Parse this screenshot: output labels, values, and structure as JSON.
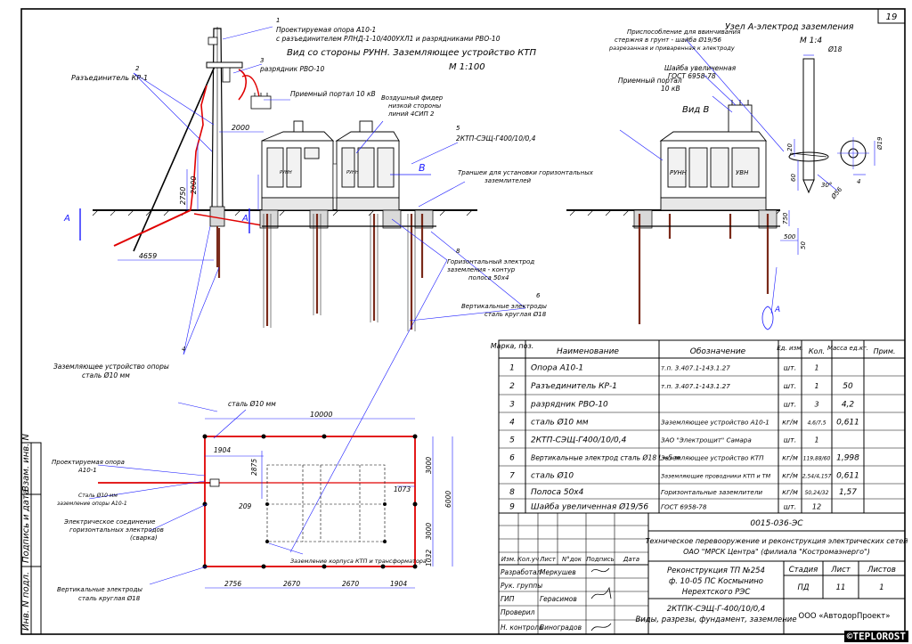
{
  "sheet": {
    "number": "19",
    "doc_code": "0015-036-ЭС",
    "org_line1": "Техническое перевооружение и реконструкция электрических сетей",
    "org_line2": "ОАО \"МРСК Центра\" (филиала \"Костромаэнерго\")",
    "object_line1": "Реконструкция ТП №254",
    "object_line2": "ф. 10-05 ПС Космынино",
    "object_line3": "Нерехтского РЭС",
    "drawing_line1": "2КТПК-СЭЩ-Г-400/10/0,4",
    "drawing_line2": "Виды, разрезы, фундамент, заземление",
    "stage_label": "Стадия",
    "sheet_label": "Лист",
    "sheets_label": "Листов",
    "stage": "ПД",
    "sheet_no": "11",
    "sheets": "1",
    "company": "ООО «АвтодорПроект»",
    "header_cols": [
      "Изм.",
      "Кол.уч",
      "Лист",
      "N°док",
      "Подпись",
      "Дата"
    ],
    "roles": [
      {
        "role": "Разработал",
        "name": "Меркушев"
      },
      {
        "role": "Рук. группы",
        "name": ""
      },
      {
        "role": "ГИП",
        "name": "Герасимов"
      },
      {
        "role": "Проверил",
        "name": ""
      },
      {
        "role": "Н. контроль",
        "name": "Виноградов"
      }
    ],
    "side_labels": [
      "Взам. инв. N",
      "Подпись и дата",
      "Инв. N подл."
    ],
    "watermark": "©TEPLOROST"
  },
  "view_main": {
    "title": "Вид со стороны РУНН. Заземляющее устройство КТП",
    "scale": "М 1:100",
    "n1_line1": "Проектируемая опора А10-1",
    "n1_line2": "с разъединителем РЛНД-1-10/400УХЛ1 и разрядниками РВО-10",
    "n2": "Разъединитель КР-1",
    "n3": "разрядник РВО-10",
    "portal": "Приемный портал 10 кВ",
    "feeder_line1": "Воздушный фидер",
    "feeder_line2": "низкой стороны",
    "feeder_line3": "линий 4СИП 2",
    "ktp": "2КТП-СЭЩ-Г400/10/0,4",
    "trench_line1": "Траншеи для установки горизонтальных",
    "trench_line2": "заземлителей",
    "h_el_line1": "Горизонтальный электрод",
    "h_el_line2": "заземления - контур",
    "h_el_line3": "полоса 50х4",
    "v_el_line1": "Вертикальные электроды",
    "v_el_line2": "сталь круглая Ø18",
    "ground_line1": "Заземляющее устройство опоры",
    "ground_line2": "сталь Ø10 мм",
    "runn": "РУНН",
    "uvn": "УВН",
    "dims": [
      "2000",
      "2750",
      "2000",
      "4659"
    ],
    "marks": [
      "1",
      "2",
      "3",
      "4",
      "5",
      "6",
      "7",
      "8"
    ],
    "section": "А",
    "view_b": "В"
  },
  "view_b": {
    "title": "Вид В",
    "fixture_line1": "Приспособление для ввинчивания",
    "fixture_line2": "стержня в грунт - шайба Ø19/56",
    "fixture_line3": "разрезанная и приваренная к электроду",
    "washer_line1": "Шайба увеличенная",
    "washer_line2": "ГОСТ 6958-78",
    "portal_line1": "Приемный портал",
    "portal_line2": "10 кВ",
    "dims": [
      "750",
      "500",
      "50"
    ],
    "runn": "РУНН",
    "uvn": "УВН"
  },
  "node_a": {
    "title": "Узел А-электрод заземления",
    "scale": "М 1:4",
    "dims": [
      "Ø18",
      "Ø19",
      "20",
      "60",
      "Ø56",
      "4",
      "30°"
    ]
  },
  "plan": {
    "steel": "сталь Ø10 мм",
    "pole": "Проектируемая опора",
    "pole2": "А10-1",
    "steel2": "Сталь Ø10 мм",
    "pole_ground": "заземление опоры А10-1",
    "conn_line1": "Электрическое соединение",
    "conn_line2": "горизонтальных электродов",
    "conn_line3": "(сварка)",
    "vert_line1": "Вертикальные электроды",
    "vert_line2": "сталь круглая Ø18",
    "housing": "Заземление корпуса КТП и трансформатора",
    "dims": [
      "10000",
      "1904",
      "2875",
      "209",
      "1073",
      "3000",
      "6000",
      "3000",
      "1032",
      "2756",
      "2670",
      "2670",
      "1904"
    ]
  },
  "spec": {
    "headers": [
      "Марка, поз.",
      "Наименование",
      "Обозначение",
      "Ед. изм.",
      "Кол.",
      "Масса ед.кг.",
      "Прим."
    ],
    "rows": [
      {
        "pos": "1",
        "name": "Опора А10-1",
        "code": "т.п. 3.407.1-143.1.27",
        "unit": "шт.",
        "qty": "1",
        "mass": ""
      },
      {
        "pos": "2",
        "name": "Разъединитель КР-1",
        "code": "т.п. 3.407.1-143.1.27",
        "unit": "шт.",
        "qty": "1",
        "mass": "50"
      },
      {
        "pos": "3",
        "name": "разрядник РВО-10",
        "code": "",
        "unit": "шт.",
        "qty": "3",
        "mass": "4,2"
      },
      {
        "pos": "4",
        "name": "сталь Ø10 мм",
        "code": "Заземляющее устройство А10-1",
        "unit": "кг/м",
        "qty": "4,6/7,5",
        "mass": "0,611"
      },
      {
        "pos": "5",
        "name": "2КТП-СЭЩ-Г400/10/0,4",
        "code": "ЗАО \"Электрощит\" Самара",
        "unit": "шт.",
        "qty": "1",
        "mass": ""
      },
      {
        "pos": "6",
        "name": "Вертикальные электрод сталь Ø18 L=5 м",
        "code": "Заземляющее устройство КТП",
        "unit": "кг/м",
        "qty": "119,88/60",
        "mass": "1,998"
      },
      {
        "pos": "7",
        "name": "сталь Ø10",
        "code": "Заземляющие проводники КТП и ТМ",
        "unit": "кг/м",
        "qty": "2,54/4,157",
        "mass": "0,611"
      },
      {
        "pos": "8",
        "name": "Полоса 50х4",
        "code": "Горизонтальные заземлители",
        "unit": "кг/м",
        "qty": "50,24/32",
        "mass": "1,57"
      },
      {
        "pos": "9",
        "name": "Шайба увеличенная Ø19/56",
        "code": "ГОСТ 6958-78",
        "unit": "шт.",
        "qty": "12",
        "mass": ""
      }
    ]
  },
  "colors": {
    "line": "#000000",
    "blue": "#1a1aff",
    "red": "#e00000",
    "brown": "#7a2a1a"
  }
}
